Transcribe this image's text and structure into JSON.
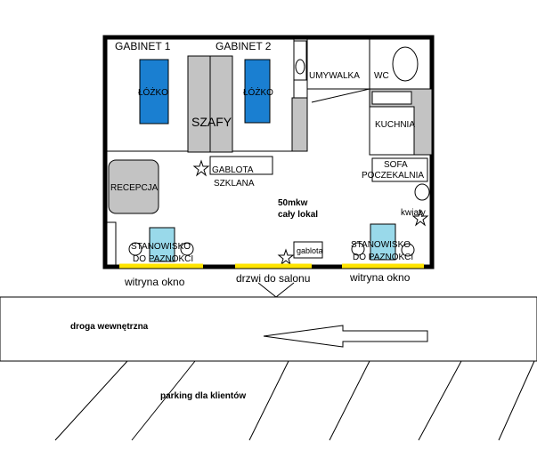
{
  "rooms": {
    "gabinet1": "GABINET 1",
    "gabinet2": "GABINET 2",
    "lozko1": "ŁÓŻKO",
    "lozko2": "ŁÓŻKO",
    "szafy": "SZAFY",
    "umywalka": "UMYWALKA",
    "wc": "WC",
    "kuchnia": "KUCHNIA",
    "sofa_line1": "SOFA",
    "sofa_line2": "POCZEKALNIA",
    "recepcja": "RECEPCJA",
    "gablota_line1": "GABLOTA",
    "gablota_line2": "SZKLANA",
    "area_line1": "50mkw",
    "area_line2": "cały lokal",
    "kwiaty": "kwiaty",
    "gablota_small": "gablota",
    "stanowisko1_line1": "STANOWISKO",
    "stanowisko1_line2": "DO PAZNOKCI",
    "stanowisko2_line1": "STANOWISKO",
    "stanowisko2_line2": "DO PAZNOKCI"
  },
  "outside": {
    "witryna_left": "witryna okno",
    "drzwi": "drzwi do salonu",
    "witryna_right": "witryna okno",
    "droga": "droga wewnętrzna",
    "parking": "parking dla klientów"
  },
  "colors": {
    "bed": "#1a7fd1",
    "furniture_gray": "#c3c3c3",
    "station_blue": "#99d9ea",
    "window_yellow": "#ffe400",
    "wall": "#000000"
  }
}
